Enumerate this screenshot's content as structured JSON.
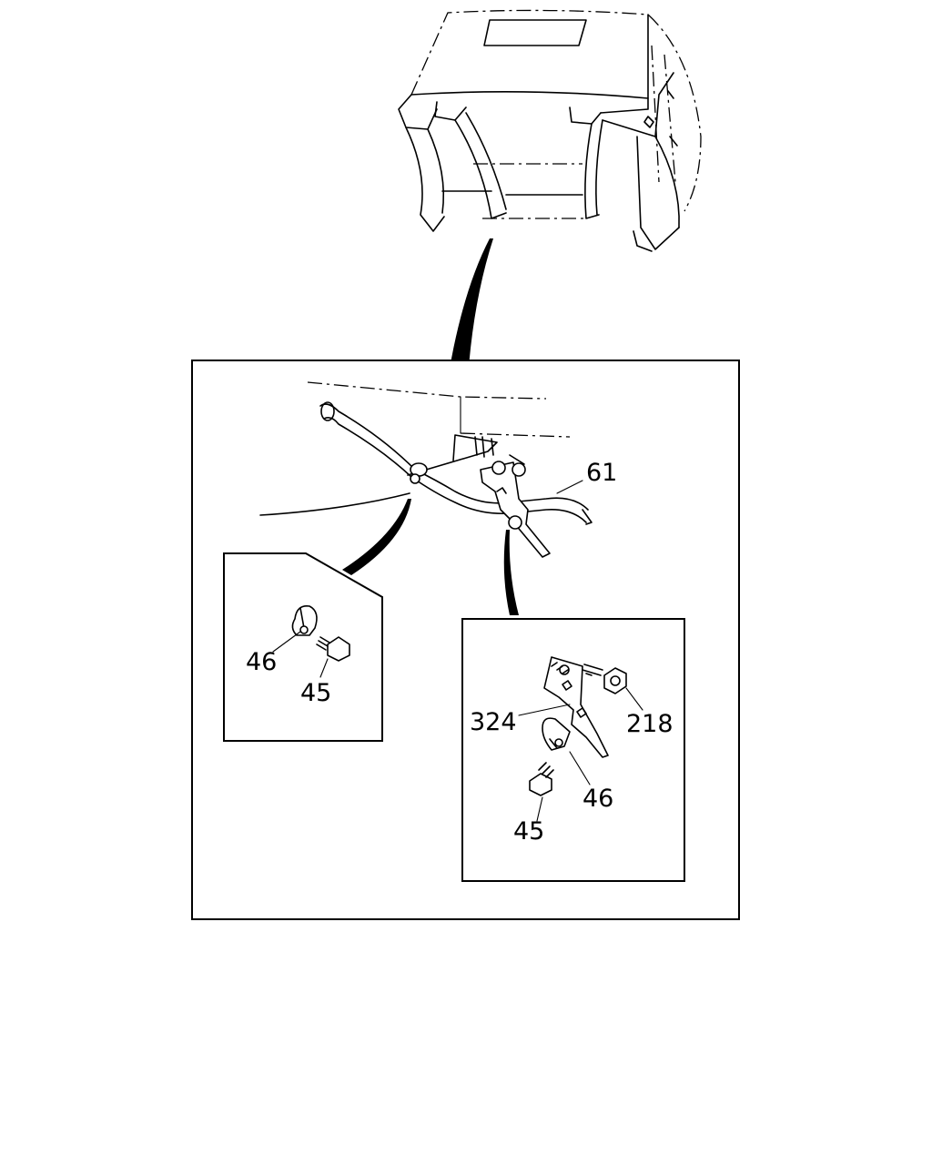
{
  "callouts": {
    "main_pipe": "61",
    "inset_left_clip": "46",
    "inset_left_bolt": "45",
    "inset_right_bracket": "324",
    "inset_right_nut": "218",
    "inset_right_clip": "46",
    "inset_right_bolt": "45"
  }
}
